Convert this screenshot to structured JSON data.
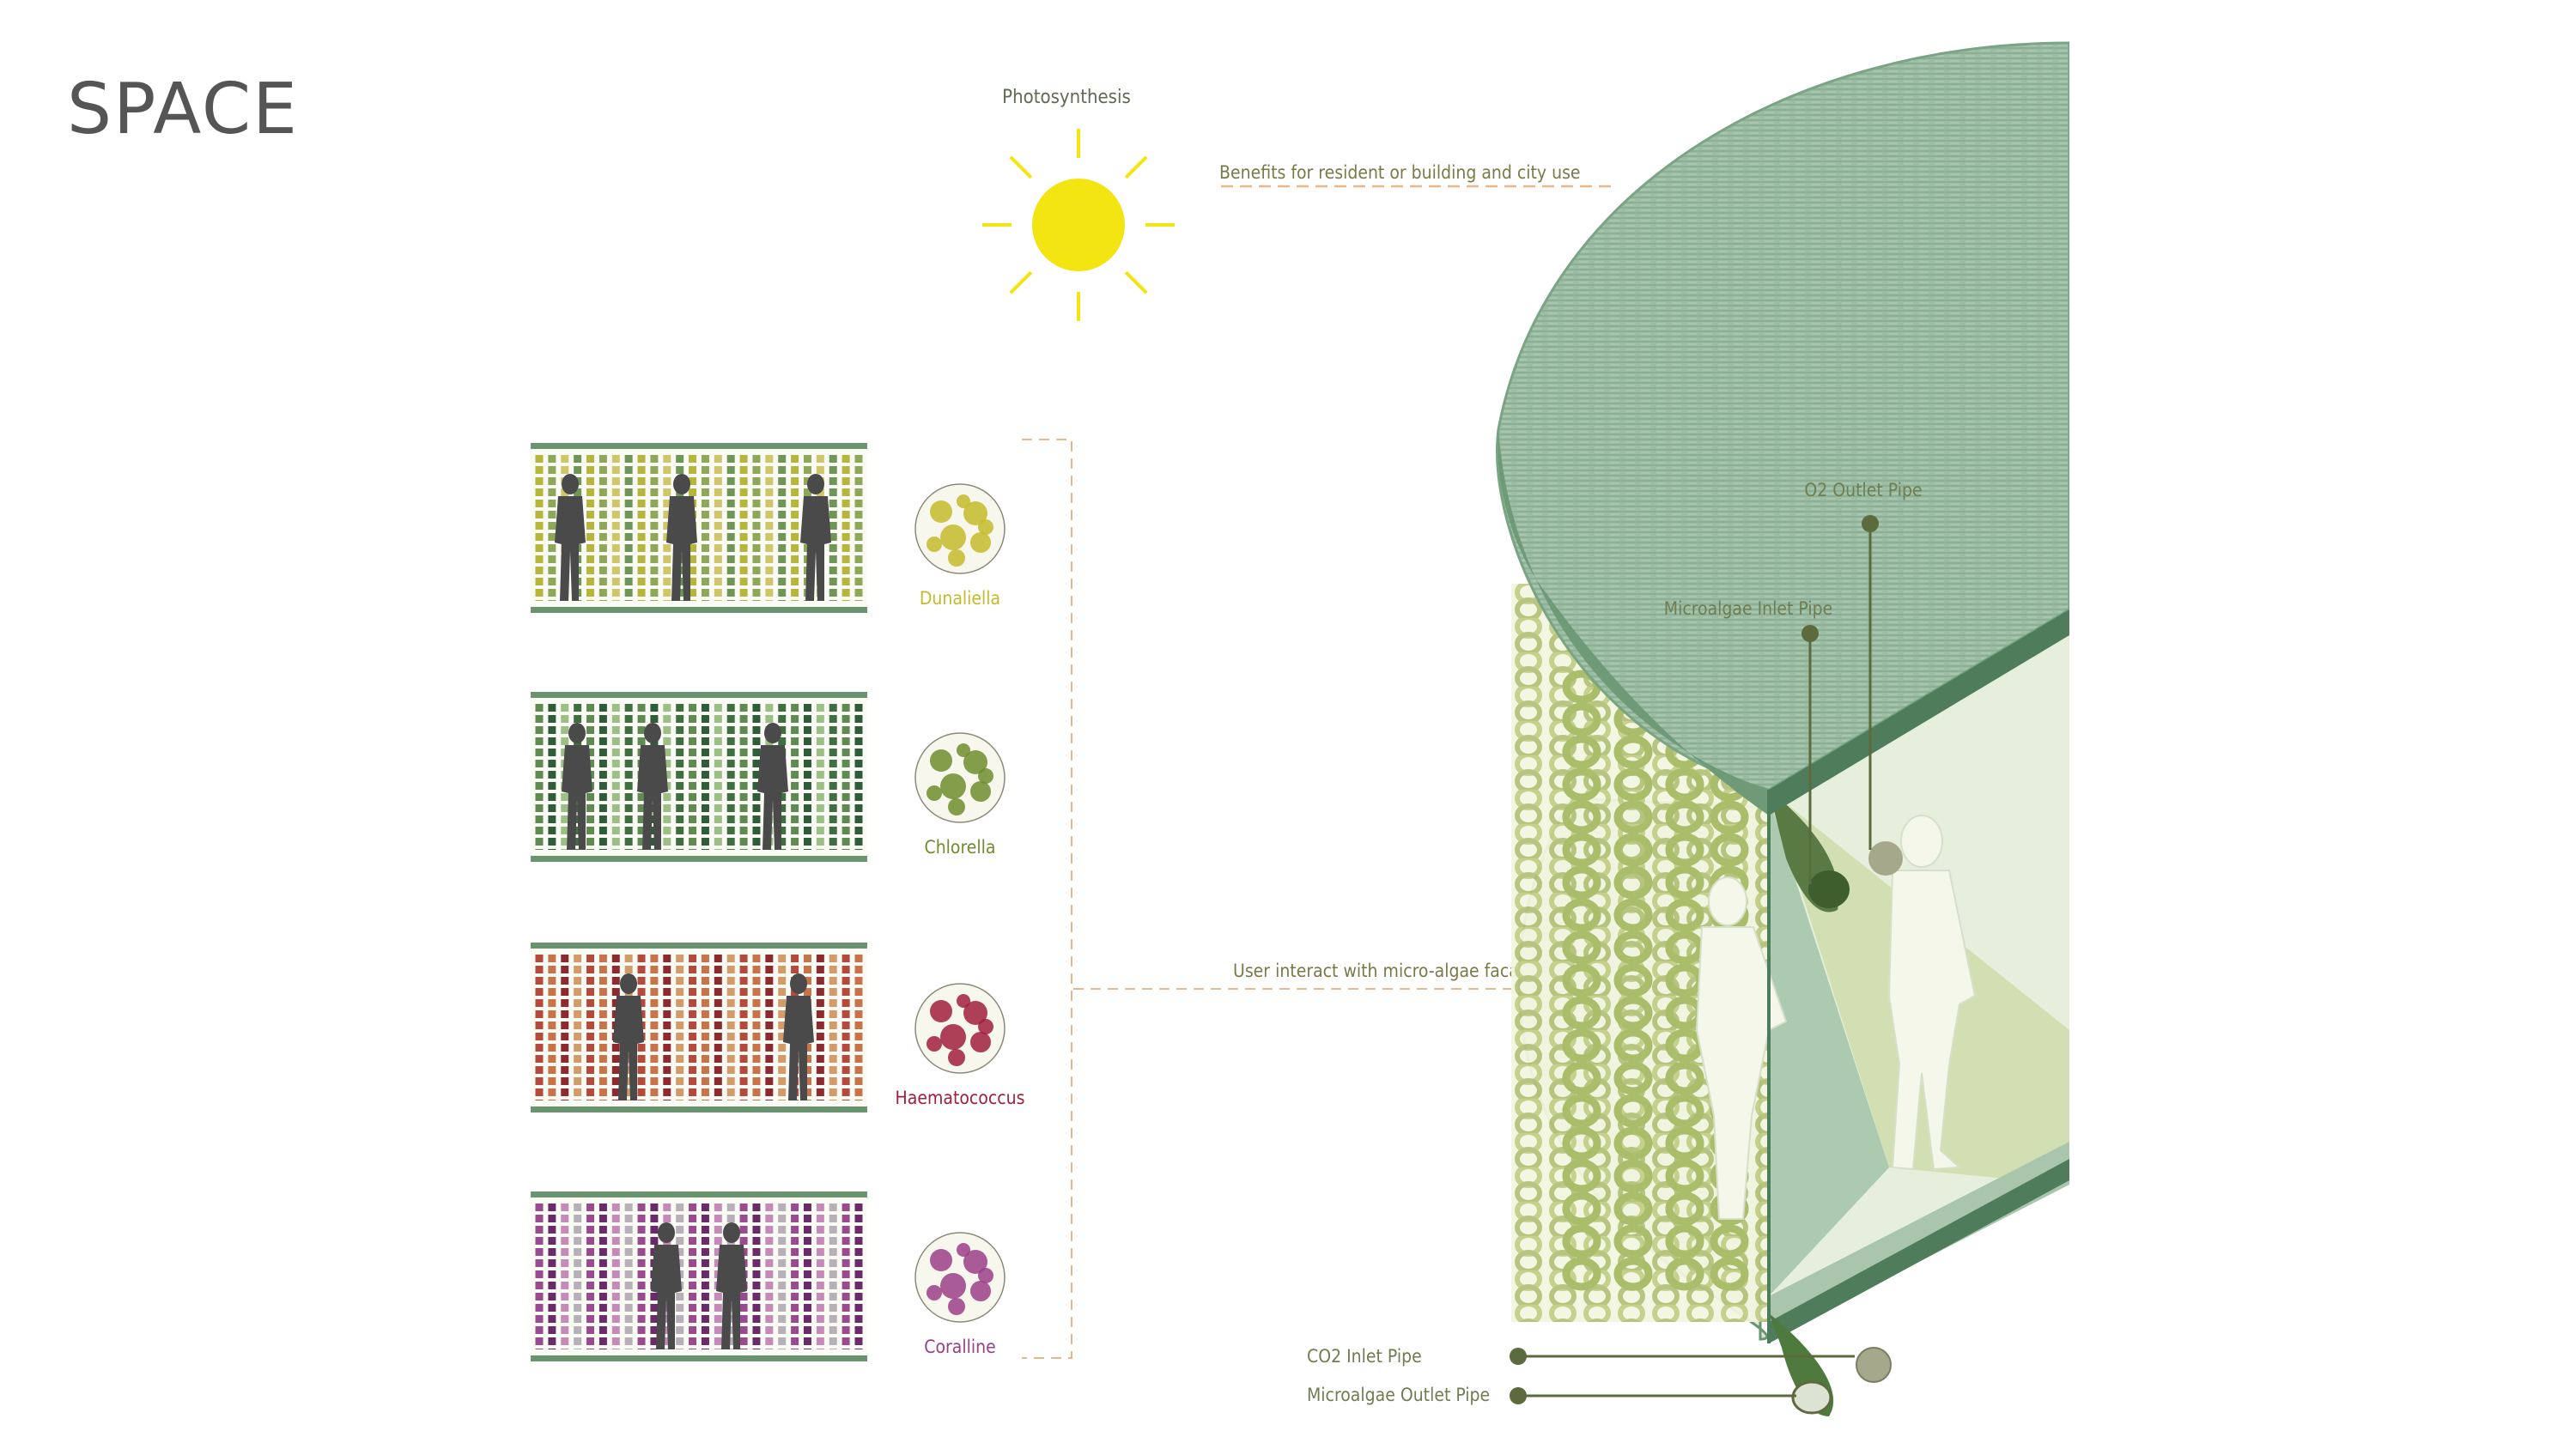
{
  "page": {
    "title": "SPACE"
  },
  "sun": {
    "label": "Photosynthesis"
  },
  "annotations": {
    "benefits": "Benefits for resident or building and city use",
    "user_interact": "User interact with micro-algae facade"
  },
  "pipes": {
    "o2_outlet": "O2 Outlet Pipe",
    "microalgae_inlet": "Microalgae Inlet Pipe",
    "co2_inlet": "CO2 Inlet Pipe",
    "microalgae_outlet": "Microalgae Outlet Pipe"
  },
  "algae": [
    {
      "name": "Dunaliella",
      "color": "#c4bb2a",
      "strand_colors": [
        "#b6b53c",
        "#8ea85a",
        "#cfc66a",
        "#6f9657"
      ]
    },
    {
      "name": "Chlorella",
      "color": "#6f8d2e",
      "strand_colors": [
        "#5f8a52",
        "#2f5d3a",
        "#9cbf86",
        "#3f6f40"
      ]
    },
    {
      "name": "Haematococcus",
      "color": "#a01f3b",
      "strand_colors": [
        "#b54a3c",
        "#c8734a",
        "#8c2a2f",
        "#d39a6a"
      ]
    },
    {
      "name": "Coralline",
      "color": "#9a3f86",
      "strand_colors": [
        "#9a4a8e",
        "#6b2b6a",
        "#c58ab8",
        "#b8b0b8"
      ]
    }
  ],
  "colors": {
    "tube_green": "#93b79c",
    "tube_dark": "#5a8a66",
    "pipe": "#5b6b3d",
    "sun": "#f3e511",
    "dash_line": "#e8b88a",
    "rail": "#6a9470",
    "label_green": "#6f7d52"
  }
}
